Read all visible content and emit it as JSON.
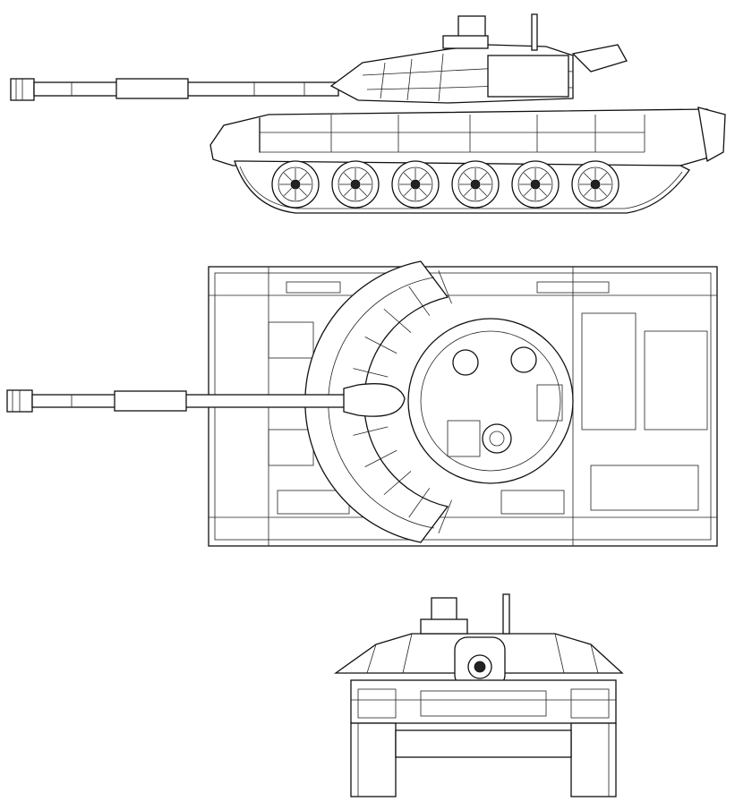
{
  "drawing": {
    "views": [
      {
        "id": "side",
        "name": "side-view"
      },
      {
        "id": "top",
        "name": "top-view"
      },
      {
        "id": "front",
        "name": "front-view"
      }
    ],
    "road_wheels_per_side": 6
  },
  "colors": {
    "background": "#ffffff",
    "line": "#111111"
  }
}
